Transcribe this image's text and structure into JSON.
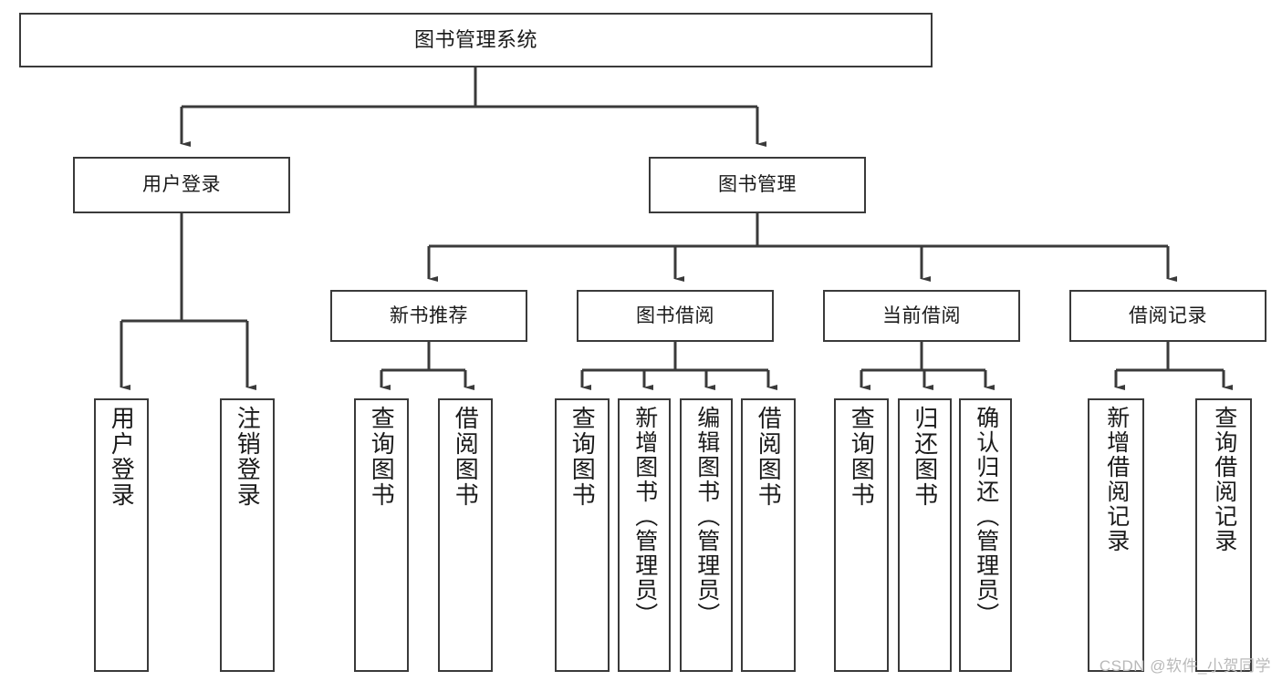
{
  "diagram": {
    "type": "tree",
    "title": "图书管理系统",
    "stroke_color": "#3a3a3a",
    "background_color": "#ffffff",
    "watermark": "CSDN @软件_小贺同学",
    "levels": {
      "root": "图书管理系统",
      "level2": [
        "用户登录",
        "图书管理"
      ],
      "level3": [
        "新书推荐",
        "图书借阅",
        "当前借阅",
        "借阅记录"
      ]
    },
    "nodes": {
      "root": {
        "label": "图书管理系统"
      },
      "user_login": {
        "label": "用户登录"
      },
      "book_manage": {
        "label": "图书管理"
      },
      "new_book_rec": {
        "label": "新书推荐"
      },
      "book_borrow": {
        "label": "图书借阅"
      },
      "current_borrow": {
        "label": "当前借阅"
      },
      "borrow_record": {
        "label": "借阅记录"
      },
      "leaf_user_login": {
        "label": "用户登录"
      },
      "leaf_logout": {
        "label": "注销登录"
      },
      "leaf_query_book_1": {
        "label": "查询图书"
      },
      "leaf_borrow_book_1": {
        "label": "借阅图书"
      },
      "leaf_query_book_2": {
        "label": "查询图书"
      },
      "leaf_add_book": {
        "label": "新增图书（管理员）"
      },
      "leaf_edit_book": {
        "label": "编辑图书（管理员）"
      },
      "leaf_borrow_book_2": {
        "label": "借阅图书"
      },
      "leaf_query_book_3": {
        "label": "查询图书"
      },
      "leaf_return_book": {
        "label": "归还图书"
      },
      "leaf_confirm_return": {
        "label": "确认归还（管理员）"
      },
      "leaf_add_record": {
        "label": "新增借阅记录"
      },
      "leaf_query_record": {
        "label": "查询借阅记录"
      }
    }
  }
}
